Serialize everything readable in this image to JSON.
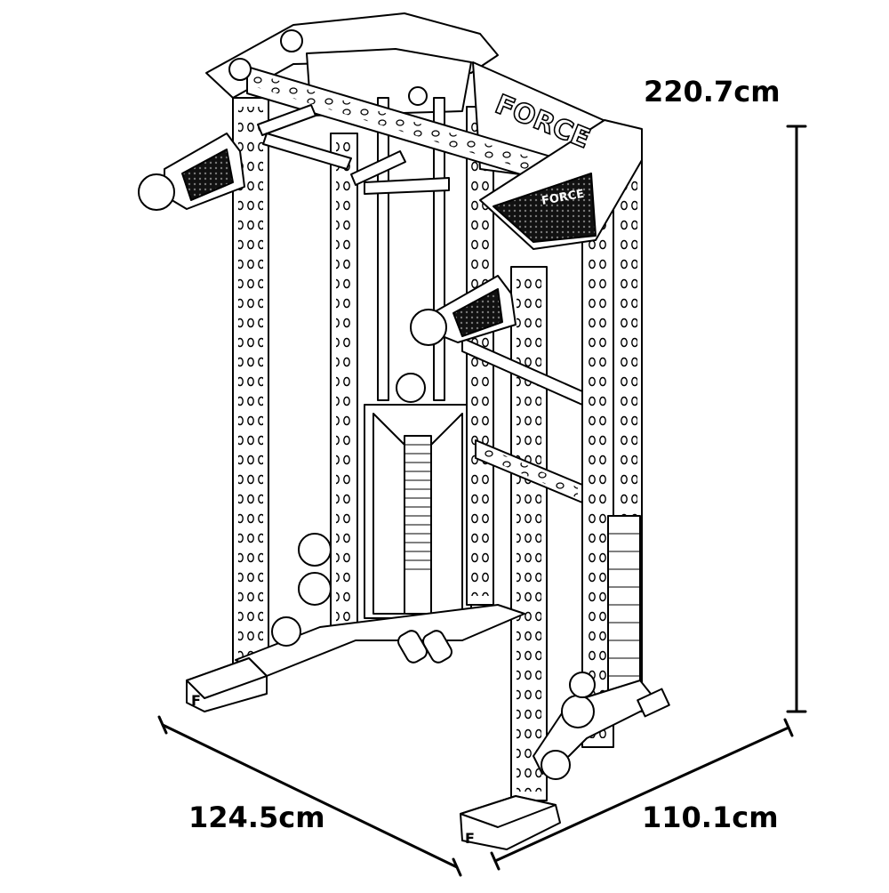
{
  "dimensions": {
    "height": "220.7cm",
    "width": "124.5cm",
    "depth": "110.1cm"
  },
  "branding": {
    "upright_logo": "FORCE",
    "crossmember_logo": "FORCE",
    "foot_logo": "F"
  },
  "colors": {
    "line": "#000000",
    "fill": "#ffffff",
    "accent_dark": "#111111"
  },
  "icons": {
    "frame": "functional-trainer-frame",
    "pulley": "pulley-wheel-icon",
    "weight_stack": "weight-stack-icon",
    "handle": "cable-handle-icon"
  }
}
